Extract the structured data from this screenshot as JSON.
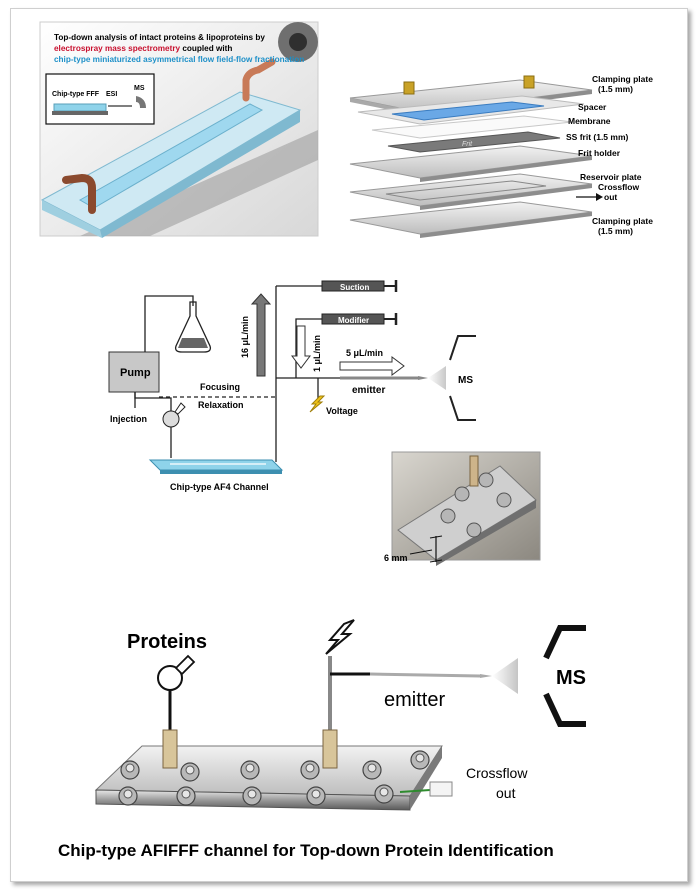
{
  "panel_top_left": {
    "title_line1": "Top-down analysis of intact proteins & lipoproteins by",
    "title_line2_red": "electrospray mass spectrometry",
    "title_line2_rest": " coupled with",
    "title_line3_blue": "chip-type miniaturized asymmetrical flow field-flow fractionation",
    "inset_fff": "Chip-type FFF",
    "inset_esi": "ESI",
    "inset_ms": "MS"
  },
  "exploded_view": {
    "frit_text": "Frit",
    "layers": [
      {
        "label": "Clamping plate",
        "sub": "(1.5 mm)"
      },
      {
        "label": "Spacer",
        "sub": ""
      },
      {
        "label": "Membrane",
        "sub": ""
      },
      {
        "label": "SS frit (1.5 mm)",
        "sub": ""
      },
      {
        "label": "Frit holder",
        "sub": ""
      },
      {
        "label": "Reservoir plate",
        "sub": ""
      },
      {
        "label": "Crossflow",
        "sub": "out"
      },
      {
        "label": "Clamping plate",
        "sub": "(1.5 mm)"
      }
    ]
  },
  "schematic": {
    "pump": "Pump",
    "injection": "Injection",
    "focusing": "Focusing",
    "relaxation": "Relaxation",
    "channel": "Chip-type AF4 Channel",
    "suction": "Suction",
    "modifier": "Modifier",
    "flow_16": "16 μL/min",
    "flow_1": "1 μL/min",
    "flow_5": "5 μL/min",
    "emitter": "emitter",
    "voltage": "Voltage",
    "ms": "MS",
    "photo_scale": "6 mm"
  },
  "bottom": {
    "proteins": "Proteins",
    "emitter": "emitter",
    "ms": "MS",
    "crossflow_line1": "Crossflow",
    "crossflow_line2": "out",
    "caption": "Chip-type AFIFFF channel for Top-down Protein Identification"
  },
  "colors": {
    "red_text": "#c8102e",
    "blue_text": "#1e90c8",
    "channel_blue": "#8fd3ea"
  }
}
